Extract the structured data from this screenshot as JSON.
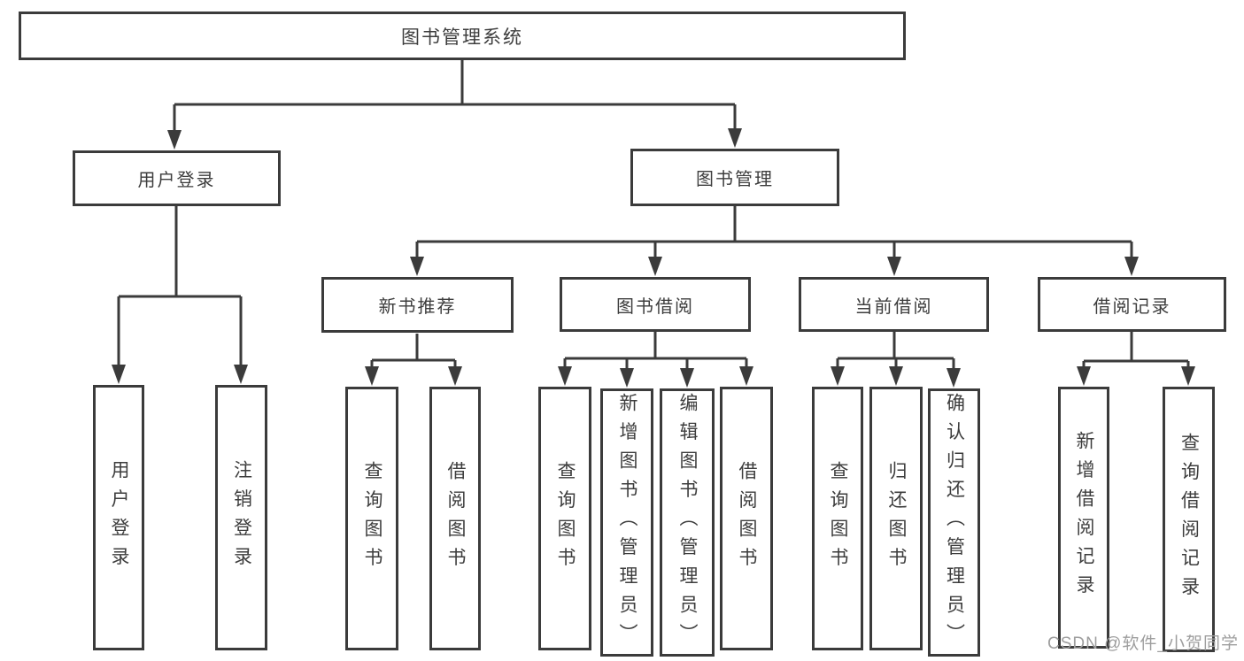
{
  "colors": {
    "line": "#3b3b3b",
    "text": "#3d3d3d",
    "watermark": "#9e9e9e",
    "background": "#ffffff"
  },
  "watermark": {
    "text": "CSDN @软件_小贺同学"
  },
  "diagram_type": "tree",
  "nodes": {
    "root": {
      "label": "图书管理系统"
    },
    "user_login": {
      "label": "用户登录"
    },
    "book_management": {
      "label": "图书管理"
    },
    "login": {
      "label": "用户登录"
    },
    "logout": {
      "label": "注销登录"
    },
    "new_book_recommend": {
      "label": "新书推荐"
    },
    "book_borrowing": {
      "label": "图书借阅"
    },
    "current_borrowing": {
      "label": "当前借阅"
    },
    "borrowing_records": {
      "label": "借阅记录"
    },
    "nbr_query_book": {
      "label": "查询图书"
    },
    "nbr_borrow_book": {
      "label": "借阅图书"
    },
    "bb_query_book": {
      "label": "查询图书"
    },
    "bb_add_book_admin": {
      "label": "新增图书（管理员）"
    },
    "bb_edit_book_admin": {
      "label": "编辑图书（管理员）"
    },
    "bb_borrow_book": {
      "label": "借阅图书"
    },
    "cb_query_book": {
      "label": "查询图书"
    },
    "cb_return_book": {
      "label": "归还图书"
    },
    "cb_confirm_return_admin": {
      "label": "确认归还（管理员）"
    },
    "br_add_record": {
      "label": "新增借阅记录"
    },
    "br_query_record": {
      "label": "查询借阅记录"
    }
  },
  "edges": [
    [
      "root",
      "user_login"
    ],
    [
      "root",
      "book_management"
    ],
    [
      "user_login",
      "login"
    ],
    [
      "user_login",
      "logout"
    ],
    [
      "book_management",
      "new_book_recommend"
    ],
    [
      "book_management",
      "book_borrowing"
    ],
    [
      "book_management",
      "current_borrowing"
    ],
    [
      "book_management",
      "borrowing_records"
    ],
    [
      "new_book_recommend",
      "nbr_query_book"
    ],
    [
      "new_book_recommend",
      "nbr_borrow_book"
    ],
    [
      "book_borrowing",
      "bb_query_book"
    ],
    [
      "book_borrowing",
      "bb_add_book_admin"
    ],
    [
      "book_borrowing",
      "bb_edit_book_admin"
    ],
    [
      "book_borrowing",
      "bb_borrow_book"
    ],
    [
      "current_borrowing",
      "cb_query_book"
    ],
    [
      "current_borrowing",
      "cb_return_book"
    ],
    [
      "current_borrowing",
      "cb_confirm_return_admin"
    ],
    [
      "borrowing_records",
      "br_add_record"
    ],
    [
      "borrowing_records",
      "br_query_record"
    ]
  ]
}
